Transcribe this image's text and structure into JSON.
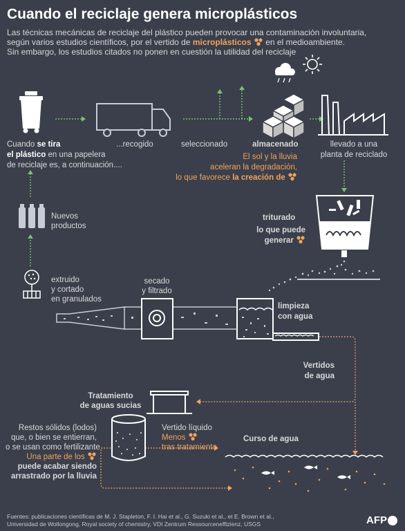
{
  "title": "Cuando el reciclaje genera microplásticos",
  "intro": {
    "line1": "Las técnicas mecánicas de reciclaje del plástico pueden provocar una contaminación involuntaria,",
    "line2_a": "según varios estudios científicos, por el vertido de ",
    "line2_hl": "microplásticos",
    "line2_b": " en el medioambiente.",
    "line3": "Sin embargo, los estudios citados no ponen en cuestión la utilidad del reciclaje"
  },
  "steps": {
    "tira_1a": "Cuando ",
    "tira_1b": "se tira",
    "tira_2a": "el plástico",
    "tira_2b": " en una papelera",
    "tira_3": "de reciclaje es, a continuación....",
    "recogido": "...recogido",
    "seleccionado": "seleccionado",
    "almacenado": "almacenado",
    "almacenado_hl1": "El sol y la lluvia",
    "almacenado_hl2": "aceleran la degradación,",
    "almacenado_hl3a": "lo que favorece ",
    "almacenado_hl3b": "la creación de",
    "planta_1": "llevado a una",
    "planta_2": "planta de reciclado",
    "triturado": "triturado",
    "triturado_hl1": "lo que puede",
    "triturado_hl2": "generar",
    "limpieza_1": "limpieza",
    "limpieza_2": "con agua",
    "secado_1": "secado",
    "secado_2": "y filtrado",
    "extruido_1": "extruido",
    "extruido_2": "y cortado",
    "extruido_3": "en granulados",
    "nuevos_1": "Nuevos",
    "nuevos_2": "productos",
    "vertidos_1": "Vertidos",
    "vertidos_2": "de agua",
    "tratamiento_1": "Tratamiento",
    "tratamiento_2": "de aguas sucias",
    "restos_1": "Restos sólidos (lodos)",
    "restos_2": "que, o bien se entierran,",
    "restos_3": "o se usan como fertilizante",
    "restos_hl1": "Una parte de los",
    "restos_hl2": "puede acabar siendo",
    "restos_hl3": "arrastrado por la lluvia",
    "liquido_1": "Vertido líquido",
    "liquido_hl1": "Menos",
    "liquido_hl2": "tras tratamiento",
    "curso": "Curso de agua"
  },
  "sources_1": "Fuentes: publicaciones científicas de M. J. Stapleton, F. I. Hai et al., G. Suzuki et al., et E. Brown et al.,",
  "sources_2": "Universidad de Wollongong, Royal society of chemistry, VDI Zentrum Ressourceneffizienz, USGS",
  "agency": "AFP",
  "colors": {
    "background": "#3a3f4b",
    "accent": "#f0a35e",
    "arrow": "#7cc36e",
    "line": "#c8ccd4"
  }
}
